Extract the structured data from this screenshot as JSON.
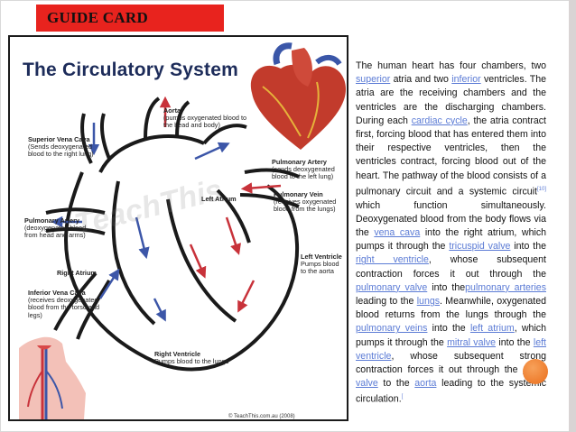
{
  "header": {
    "label": "GUIDE CARD"
  },
  "poster": {
    "title": "The Circulatory System",
    "watermark": "TeachThis",
    "footer": "© TeachThis.com.au (2008)",
    "labels": {
      "aorta": {
        "head": "Aorta",
        "sub": "(pumps oxygenated blood to the head and body)"
      },
      "svc": {
        "head": "Superior Vena Cava",
        "sub": "(Sends deoxygenated blood to the right lung)"
      },
      "pulmonary_artery_right": {
        "head": "Pulmonary Artery",
        "sub": "(sends deoxygenated blood to the left lung)"
      },
      "left_atrium": {
        "head": "Left Atrium"
      },
      "pulmonary_vein": {
        "head": "Pulmonary Vein",
        "sub": "(receives oxygenated blood from the lungs)"
      },
      "pulmonary_artery_left": {
        "head": "Pulmonary Artery",
        "sub": "(deoxygenated blood from head and arms)"
      },
      "right_atrium": {
        "head": "Right Atrium"
      },
      "left_ventricle": {
        "head": "Left Ventricle",
        "sub": "Pumps blood to the aorta"
      },
      "ivc": {
        "head": "Inferior Vena Cava",
        "sub": "(receives deoxygenated blood from the torso and legs)"
      },
      "right_ventricle": {
        "head": "Right Ventricle",
        "sub": "Pumps blood to the lungs"
      }
    }
  },
  "body": {
    "p1": "The human heart has four chambers, two ",
    "l_superior": "superior",
    "p2": " atria and two ",
    "l_inferior": "inferior",
    "p3": " ventricles. The atria are the receiving chambers and the ventricles are the discharging chambers. During each ",
    "l_cardiac_cycle": "cardiac cycle",
    "p4": ", the atria contract first, forcing blood that has entered them into their respective ventricles, then the ventricles contract, forcing blood out of the heart. The pathway of the blood consists of a pulmonary circuit and a systemic circuit",
    "ref1": "[10]",
    "p5": " which function simultaneously. Deoxygenated blood from the body flows via the ",
    "l_vena_cava": "vena cava",
    "p6": " into the right atrium, which pumps it through the ",
    "l_tricuspid": "tricuspid valve",
    "p7": " into the ",
    "l_right_ventricle": "right ventricle",
    "p8": ", whose subsequent contraction forces it out through the ",
    "l_pulmonary_valve": "pulmonary valve",
    "p9": " into the",
    "l_pulmonary_arteries": "pulmonary arteries",
    "p10": " leading to the ",
    "l_lungs": "lungs",
    "p11": ". Meanwhile, oxygenated blood returns from the lungs through the ",
    "l_pulmonary_veins": "pulmonary veins",
    "p12": " into the ",
    "l_left_atrium": "left atrium",
    "p13": ", which pumps it through the ",
    "l_mitral": "mitral valve",
    "p14": " into the ",
    "l_left_ventricle": "left ventricle",
    "p15": ", whose subsequent strong contraction forces it out through the ",
    "l_aortic_valve": "aortic valve",
    "p16": " to the ",
    "l_aorta": "aorta",
    "p17": " leading to the systemic circulation.",
    "ref2": "["
  },
  "colors": {
    "header_bg": "#e8231e",
    "link": "#5b7bd5",
    "title": "#1d2c5a",
    "accent_orb": "#ee7d2e"
  }
}
